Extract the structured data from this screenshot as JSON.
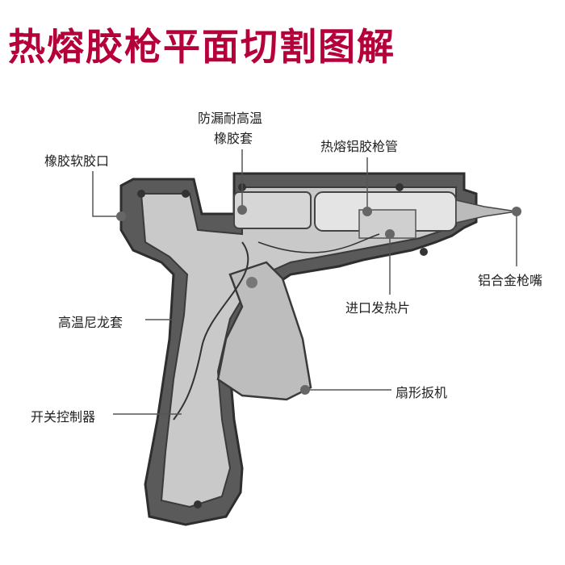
{
  "title": "热熔胶枪平面切割图解",
  "colors": {
    "title": "#b5003a",
    "body": "#4a4a4a",
    "leader": "#555555"
  },
  "labels": {
    "rubber_sleeve_line1": "防漏耐高温",
    "rubber_sleeve_line2": "橡胶套",
    "soft_nozzle": "橡胶软胶口",
    "aluminum_barrel": "热熔铝胶枪管",
    "alloy_nozzle": "铝合金枪嘴",
    "nylon_sleeve": "高温尼龙套",
    "heating_plate": "进口发热片",
    "trigger": "扇形扳机",
    "switch": "开关控制器"
  }
}
